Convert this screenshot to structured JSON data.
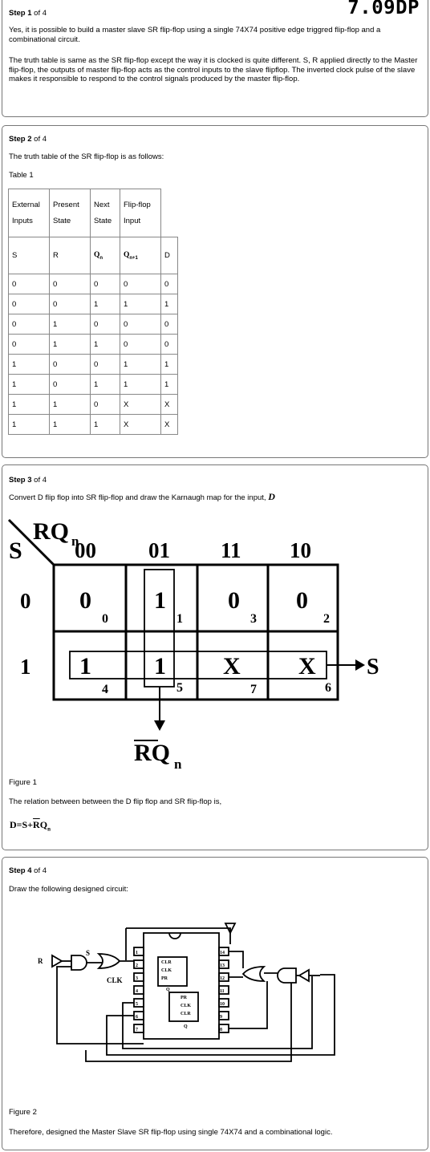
{
  "header": {
    "code": "7.09DP"
  },
  "step1": {
    "step_label": "Step",
    "step_num": "1",
    "of_total": "of 4",
    "para1": "Yes, it is possible to build a master slave SR flip-flop using a single 74X74 positive edge triggred flip-flop and a combinational circuit.",
    "para2": "The truth table is same as the SR flip-flop except the way it is clocked is quite different. S, R applied directly to the Master flip-flop, the outputs of master flip-flop acts as the control inputs to the slave flipflop. The inverted clock pulse of the slave makes it responsible to respond to the control signals produced by the master flip-flop."
  },
  "step2": {
    "step_label": "Step",
    "step_num": "2",
    "of_total": "of 4",
    "intro": "The truth table of the SR flip-flop is as follows:",
    "table_title": "Table 1",
    "group_headers": [
      {
        "line1": "External",
        "line2": "Inputs"
      },
      {
        "line1": "Present",
        "line2": "State"
      },
      {
        "line1": "Next",
        "line2": "State"
      },
      {
        "line1": "Flip-flop",
        "line2": "Input"
      }
    ],
    "col_headers": [
      "S",
      "R",
      "Qn",
      "Qn+1",
      "D"
    ],
    "col_header_parts": [
      {
        "main": "S",
        "sub": ""
      },
      {
        "main": "R",
        "sub": ""
      },
      {
        "main": "Q",
        "sub": "n"
      },
      {
        "main": "Q",
        "sub": "n+1"
      },
      {
        "main": "D",
        "sub": ""
      }
    ],
    "rows": [
      [
        "0",
        "0",
        "0",
        "0",
        "0"
      ],
      [
        "0",
        "0",
        "1",
        "1",
        "1"
      ],
      [
        "0",
        "1",
        "0",
        "0",
        "0"
      ],
      [
        "0",
        "1",
        "1",
        "0",
        "0"
      ],
      [
        "1",
        "0",
        "0",
        "1",
        "1"
      ],
      [
        "1",
        "0",
        "1",
        "1",
        "1"
      ],
      [
        "1",
        "1",
        "0",
        "X",
        "X"
      ],
      [
        "1",
        "1",
        "1",
        "X",
        "X"
      ]
    ]
  },
  "step3": {
    "step_label": "Step",
    "step_num": "3",
    "of_total": "of 4",
    "intro": "Convert D flip flop into SR flip-flop and draw the Karnaugh map for the input,",
    "intro_var": "D",
    "kmap": {
      "corner_row_var": "S",
      "corner_col_var": "RQ",
      "corner_col_sub": "n",
      "col_labels": [
        "00",
        "01",
        "11",
        "10"
      ],
      "row_labels": [
        "0",
        "1"
      ],
      "cells": [
        [
          {
            "v": "0",
            "idx": "0"
          },
          {
            "v": "1",
            "idx": "1"
          },
          {
            "v": "0",
            "idx": "3"
          },
          {
            "v": "0",
            "idx": "2"
          }
        ],
        [
          {
            "v": "1",
            "idx": "4"
          },
          {
            "v": "1",
            "idx": "5"
          },
          {
            "v": "X",
            "idx": "7"
          },
          {
            "v": "X",
            "idx": "6"
          }
        ]
      ],
      "group_row_label": "S",
      "group_col_label": "RQ",
      "group_col_sub": "n"
    },
    "figure_caption": "Figure 1",
    "relation": "The relation between between the D flip flop and SR flip-flop is,",
    "equation": {
      "lhs": "D",
      "eq": "=",
      "s": "S",
      "plus": "+",
      "r": "R",
      "q": "Q",
      "sub": "n"
    }
  },
  "step4": {
    "step_label": "Step",
    "step_num": "4",
    "of_total": "of 4",
    "intro": "Draw the following designed circuit:",
    "circuit": {
      "r_label": "R",
      "s_label": "S",
      "clk_label": "CLK",
      "left_pins": [
        "1",
        "2",
        "3",
        "4",
        "5",
        "6",
        "7"
      ],
      "right_pins": [
        "14",
        "13",
        "12",
        "11",
        "10",
        "9",
        "8"
      ],
      "ff1_labels": [
        "CLR",
        "CLK",
        "PR"
      ],
      "ff2_labels": [
        "PR",
        "CLK",
        "CLR"
      ],
      "q_labels": [
        "Q",
        "Q"
      ]
    },
    "figure_caption": "Figure 2",
    "conclusion": "Therefore, designed the Master Slave SR flip-flop using single 74X74 and a combinational logic."
  }
}
